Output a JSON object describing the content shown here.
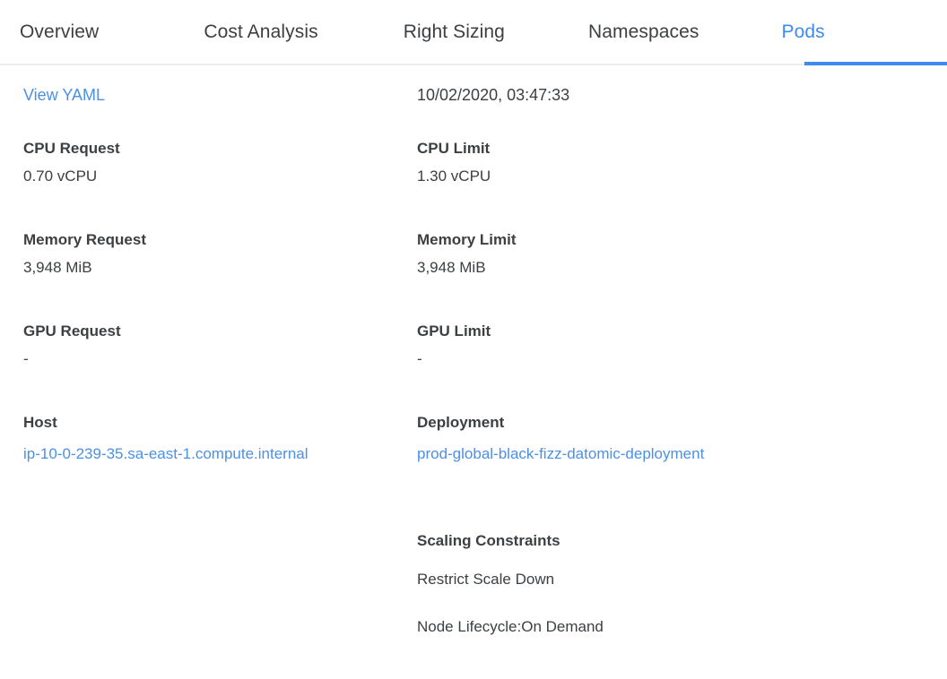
{
  "theme": {
    "accent": "#3d8bf2",
    "link": "#4a90e8",
    "text": "#3c4043",
    "divider": "#ececec",
    "background": "#ffffff"
  },
  "tabs": {
    "items": [
      {
        "label": "Overview",
        "active": false
      },
      {
        "label": "Cost Analysis",
        "active": false
      },
      {
        "label": "Right Sizing",
        "active": false
      },
      {
        "label": "Namespaces",
        "active": false
      },
      {
        "label": "Pods",
        "active": true
      }
    ],
    "active_label": "Pods"
  },
  "details": {
    "view_yaml_link": "View YAML",
    "timestamp": "10/02/2020, 03:47:33",
    "left_column": [
      {
        "label": "CPU Request",
        "value": "0.70 vCPU",
        "is_link": false
      },
      {
        "label": "Memory Request",
        "value": "3,948 MiB",
        "is_link": false
      },
      {
        "label": "GPU Request",
        "value": "-",
        "is_link": false
      },
      {
        "label": "Host",
        "value": "ip-10-0-239-35.sa-east-1.compute.internal",
        "is_link": true
      }
    ],
    "right_column": [
      {
        "label": "CPU Limit",
        "value": "1.30 vCPU",
        "is_link": false
      },
      {
        "label": "Memory Limit",
        "value": "3,948 MiB",
        "is_link": false
      },
      {
        "label": "GPU Limit",
        "value": "-",
        "is_link": false
      },
      {
        "label": "Deployment",
        "value": "prod-global-black-fizz-datomic-deployment",
        "is_link": true
      }
    ],
    "scaling_constraints": {
      "label": "Scaling Constraints",
      "lines": [
        "Restrict Scale Down",
        "Node Lifecycle:On Demand"
      ]
    }
  }
}
